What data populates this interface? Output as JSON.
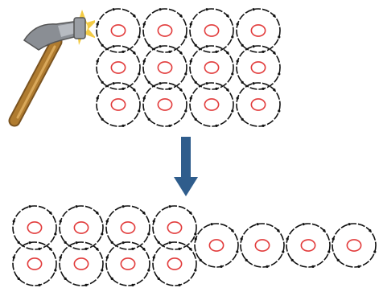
{
  "colors": {
    "ring": "#111111",
    "ion": "#e23b3b",
    "arrow": "#2f5d8c",
    "hammer_handle": "#b07c30",
    "hammer_head": "#8a8e94",
    "spark": "#f2c531"
  },
  "icons": {
    "hammer": "hammer-icon",
    "arrow": "arrow-down-icon"
  },
  "lattice_before": {
    "rows": 3,
    "cols": 4
  },
  "lattice_after": {
    "lower_block": {
      "rows": 2,
      "cols": 4
    },
    "shifted_row": {
      "cols": 4
    }
  }
}
